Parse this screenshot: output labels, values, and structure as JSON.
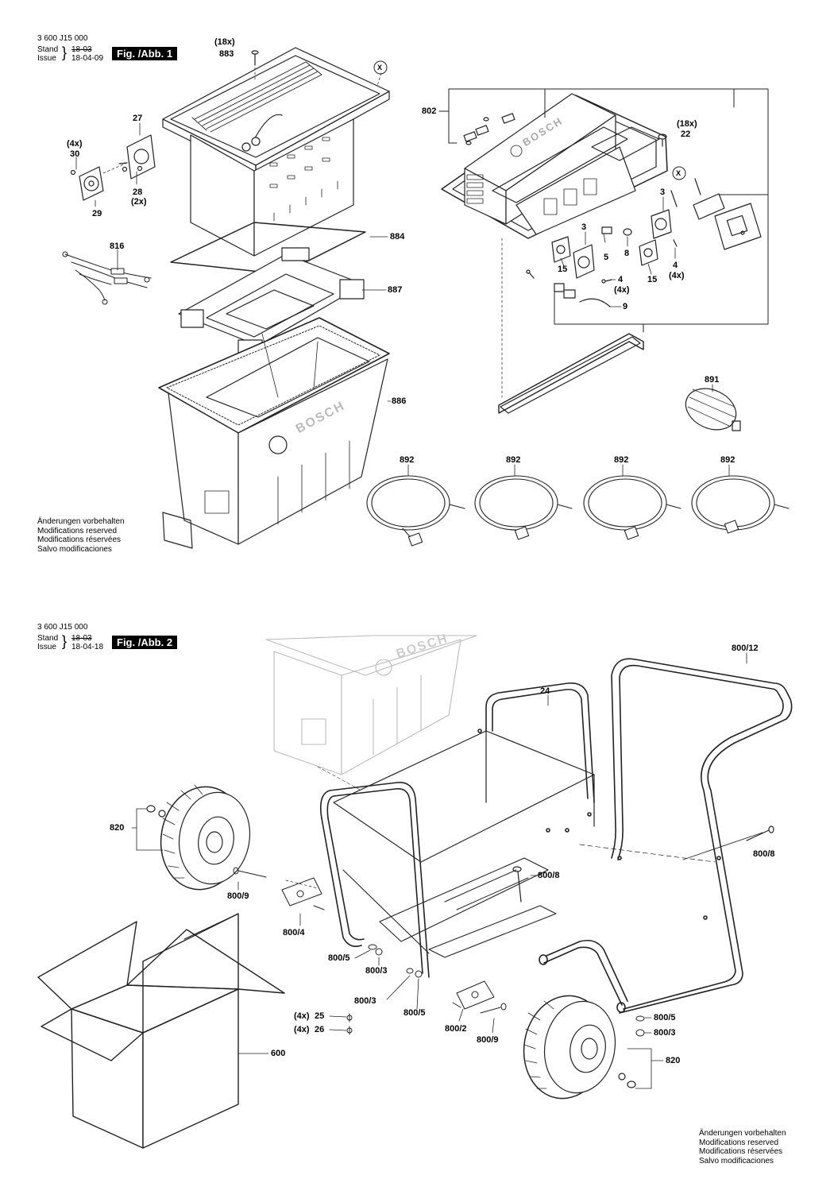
{
  "fig1": {
    "part_number": "3 600 J15 000",
    "stand_label": "Stand",
    "issue_label": "Issue",
    "stand_old": "18-03",
    "issue_date": "18-04-09",
    "badge": "Fig. /Abb. 1",
    "brand_text": "BOSCH",
    "labels": {
      "q18x_top": "(18x)",
      "p883": "883",
      "x1": "X",
      "p27": "27",
      "q4x_30": "(4x)",
      "p30": "30",
      "p28": "28",
      "q2x": "(2x)",
      "p29": "29",
      "p816": "816",
      "p884": "884",
      "p887": "887",
      "p886": "886",
      "p802": "802",
      "q18x_22": "(18x)",
      "p22": "22",
      "x2": "X",
      "p3a": "3",
      "p3b": "3",
      "p5": "5",
      "p8": "8",
      "p4a": "4",
      "q4x_a": "(4x)",
      "p15a": "15",
      "p15b": "15",
      "p4b": "4",
      "q4x_b": "(4x)",
      "p9": "9",
      "p891": "891",
      "p892a": "892",
      "p892b": "892",
      "p892c": "892",
      "p892d": "892"
    },
    "notes": [
      "Änderungen vorbehalten",
      "Modifications reserved",
      "Modifications réservées",
      "Salvo modificaciones"
    ]
  },
  "fig2": {
    "part_number": "3 600 J15 000",
    "stand_label": "Stand",
    "issue_label": "Issue",
    "stand_old": "18-03",
    "issue_date": "18-04-18",
    "badge": "Fig. /Abb. 2",
    "brand_text": "BOSCH",
    "labels": {
      "p800_12": "800/12",
      "p24": "24",
      "p820a": "820",
      "p800_8a": "800/8",
      "p800_8b": "800/8",
      "p800_9a": "800/9",
      "p800_4": "800/4",
      "p800_5a": "800/5",
      "p800_3a": "800/3",
      "p800_3b": "800/3",
      "p800_5b": "800/5",
      "q4x_25": "(4x)",
      "p25": "25",
      "q4x_26": "(4x)",
      "p26": "26",
      "p800_2": "800/2",
      "p800_9b": "800/9",
      "p800_5c": "800/5",
      "p800_3c": "800/3",
      "p820b": "820",
      "p600": "600"
    },
    "notes": [
      "Änderungen vorbehalten",
      "Modifications reserved",
      "Modifications réservées",
      "Salvo modificaciones"
    ]
  }
}
